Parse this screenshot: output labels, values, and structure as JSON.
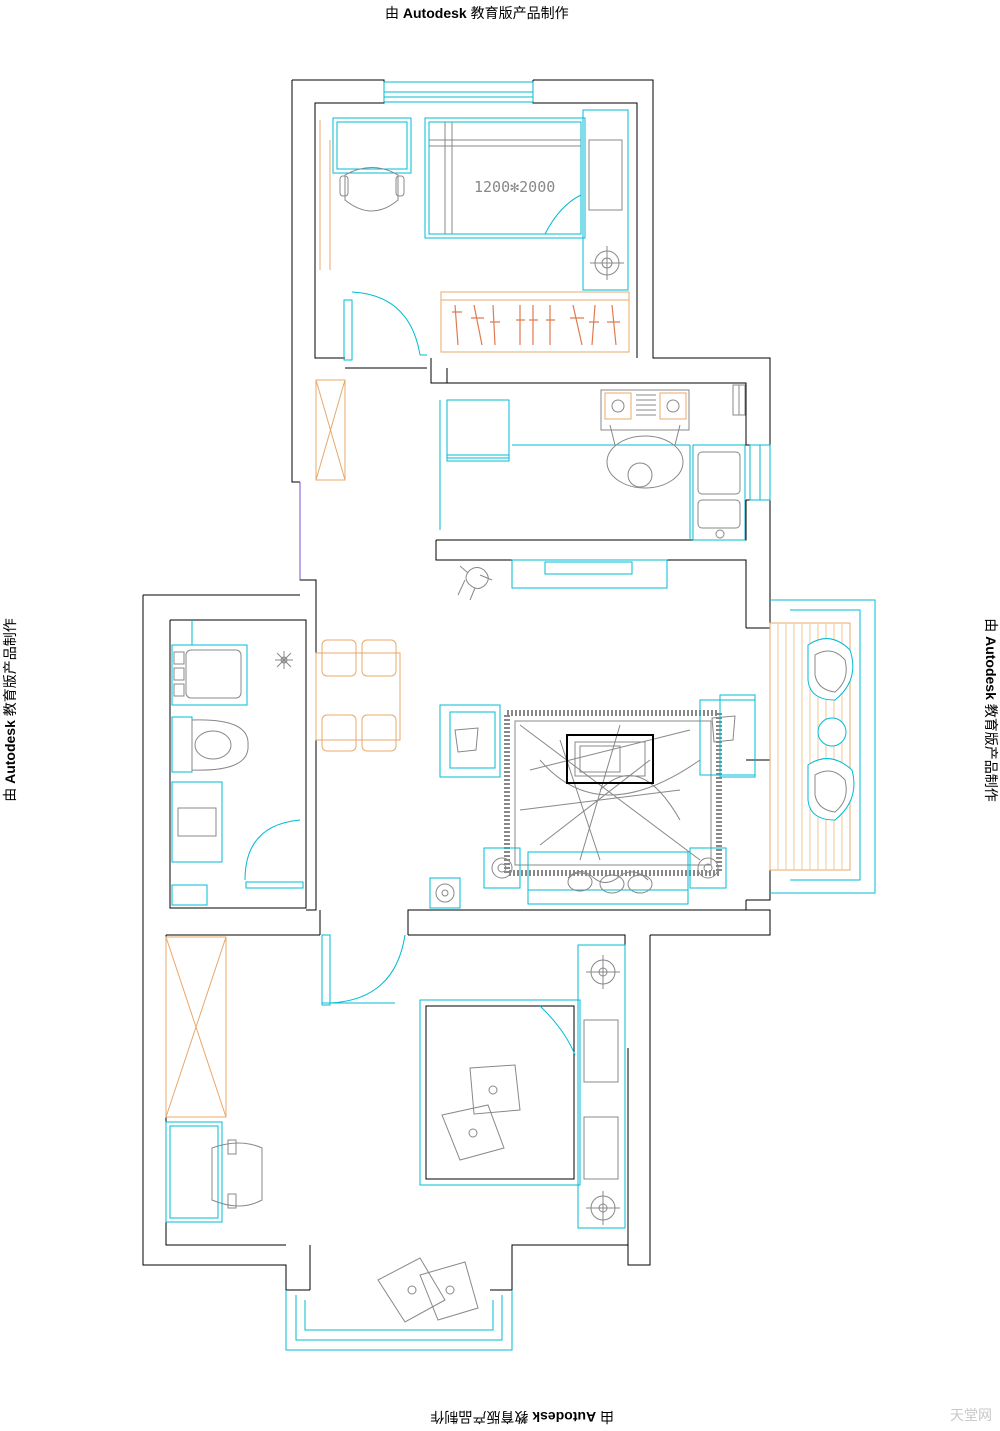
{
  "stamp": {
    "prefix": "由",
    "brand": "Autodesk",
    "suffix": "教育版产品制作"
  },
  "plan": {
    "bed_size_label": "1200✻2000"
  },
  "watermark": {
    "text": "天堂网"
  },
  "colors": {
    "wall": "#000000",
    "fixture": "#00bcd4",
    "wood": "#e8a86a",
    "wardrobe_hanger": "#e07a50",
    "door_frame": "#7a4fd0"
  }
}
